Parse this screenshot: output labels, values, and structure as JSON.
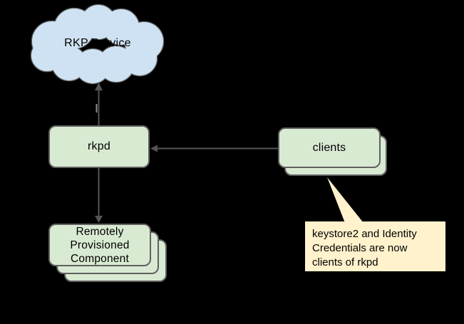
{
  "colors": {
    "background": "#000000",
    "node_green_fill": "#d9ead3",
    "node_blue_fill": "#cfe2f3",
    "callout_fill": "#fff2cc",
    "node_stroke": "#606060",
    "connector": "#555555",
    "text": "#000000"
  },
  "nodes": {
    "rkp_service": {
      "label": "RKP Service",
      "shape": "cloud"
    },
    "rkpd": {
      "label": "rkpd",
      "shape": "rounded-rect"
    },
    "clients": {
      "label": "clients",
      "shape": "rounded-rect-stack-2"
    },
    "rpc": {
      "label": "Remotely\nProvisioned\nComponent",
      "shape": "rounded-rect-stack-3"
    }
  },
  "callout": {
    "text": "keystore2 and Identity\nCredentials are now\nclients of rkpd",
    "points_to": "clients"
  },
  "edges": [
    {
      "from": "rkpd",
      "to": "rkp_service",
      "direction": "up"
    },
    {
      "from": "clients",
      "to": "rkpd",
      "direction": "left"
    },
    {
      "from": "rkpd",
      "to": "rpc",
      "direction": "down"
    }
  ]
}
